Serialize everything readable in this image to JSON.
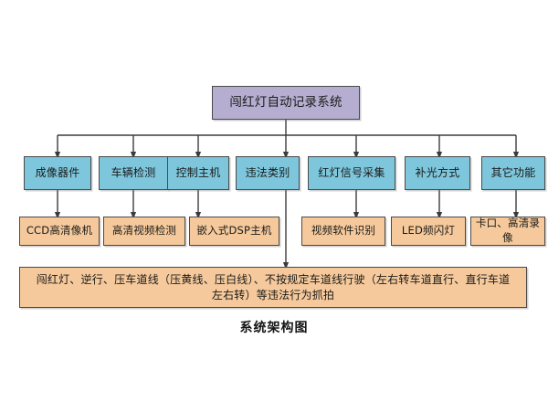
{
  "diagram": {
    "caption": "系统架构图",
    "colors": {
      "root_fill": "#b6aed0",
      "level1_fill": "#7ec6dc",
      "level2_fill": "#f5c99b",
      "border": "#4a4a4a",
      "background": "#ffffff"
    },
    "root": {
      "label": "闯红灯自动记录系统"
    },
    "level1": [
      {
        "label": "成像器件"
      },
      {
        "label": "车辆检测"
      },
      {
        "label": "控制主机"
      },
      {
        "label": "违法类别"
      },
      {
        "label": "红灯信号采集"
      },
      {
        "label": "补光方式"
      },
      {
        "label": "其它功能"
      }
    ],
    "level2": [
      {
        "label": "CCD高清像机"
      },
      {
        "label": "高清视频检测"
      },
      {
        "label": "嵌入式DSP主机"
      },
      {
        "label": "视频软件识别"
      },
      {
        "label": "LED频闪灯"
      },
      {
        "label": "卡口、高清录像"
      }
    ],
    "footer": {
      "label": "闯红灯、逆行、压车道线（压黄线、压白线）、不按规定车道线行驶（左右转车道直行、直行车道左右转）等违法行为抓拍"
    }
  }
}
